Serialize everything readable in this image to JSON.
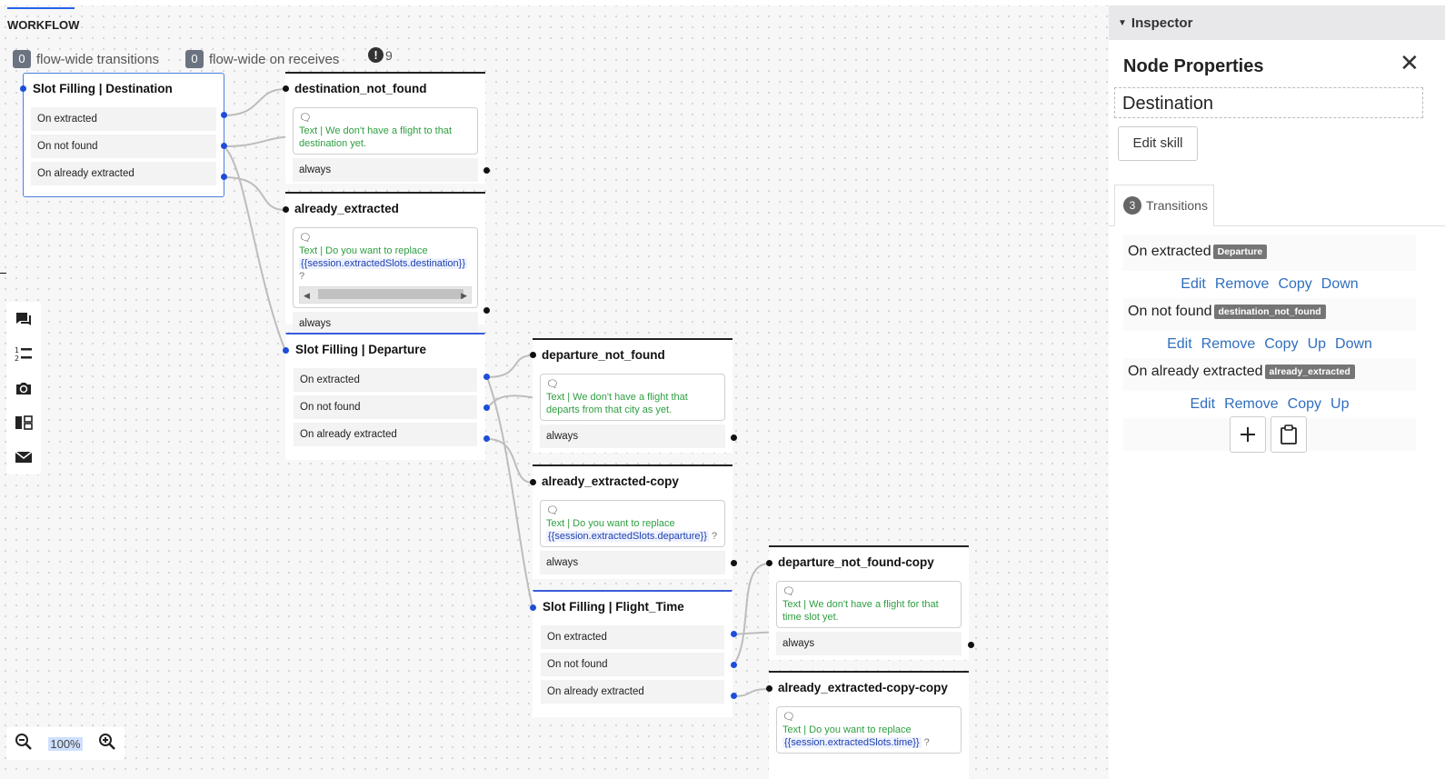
{
  "workflow_tab": "WORKFLOW",
  "header": {
    "flow_wide_transitions_count": "0",
    "flow_wide_transitions_label": "flow-wide transitions",
    "flow_wide_receives_count": "0",
    "flow_wide_receives_label": "flow-wide on receives",
    "warning_count": "9"
  },
  "nodes": {
    "sf_destination": {
      "title": "Slot Filling | Destination",
      "rows": [
        "On extracted",
        "On not found",
        "On already extracted"
      ]
    },
    "destination_not_found": {
      "title": "destination_not_found",
      "text": "Text | We don't have a flight to that destination yet.",
      "row": "always"
    },
    "already_extracted": {
      "title": "already_extracted",
      "text": "Text | Do you want to replace",
      "var": "{{session.extractedSlots.destination}}",
      "q": "?",
      "row": "always"
    },
    "sf_departure": {
      "title": "Slot Filling | Departure",
      "rows": [
        "On extracted",
        "On not found",
        "On already extracted"
      ]
    },
    "departure_not_found": {
      "title": "departure_not_found",
      "text": "Text | We don't have a flight that departs from that city as yet.",
      "row": "always"
    },
    "already_extracted_copy": {
      "title": "already_extracted-copy",
      "text": "Text | Do you want to replace",
      "var": "{{session.extractedSlots.departure}}",
      "q": "?",
      "row": "always"
    },
    "sf_flight_time": {
      "title": "Slot Filling | Flight_Time",
      "rows": [
        "On extracted",
        "On not found",
        "On already extracted"
      ]
    },
    "departure_not_found_copy": {
      "title": "departure_not_found-copy",
      "text": "Text | We don't have a flight for that time slot yet.",
      "row": "always"
    },
    "already_extracted_copy_copy": {
      "title": "already_extracted-copy-copy",
      "text": "Text | Do you want to replace",
      "var": "{{session.extractedSlots.time}}",
      "q": "?"
    }
  },
  "zoom": {
    "value": "100%"
  },
  "inspector": {
    "header": "Inspector",
    "title": "Node Properties",
    "node_name": "Destination",
    "edit_skill": "Edit skill",
    "transitions_count": "3",
    "transitions_tab": "Transitions",
    "transitions": [
      {
        "label": "On extracted",
        "target": "Departure",
        "actions": [
          "Edit",
          "Remove",
          "Copy",
          "Down"
        ]
      },
      {
        "label": "On not found",
        "target": "destination_not_found",
        "actions": [
          "Edit",
          "Remove",
          "Copy",
          "Up",
          "Down"
        ]
      },
      {
        "label": "On already extracted",
        "target": "already_extracted",
        "actions": [
          "Edit",
          "Remove",
          "Copy",
          "Up"
        ]
      }
    ]
  },
  "icons": [
    "chat-bubble-icon",
    "numbered-list-icon",
    "camera-swap-icon",
    "layout-icon",
    "mail-icon",
    "zoom-out-icon",
    "zoom-in-icon",
    "close-icon",
    "plus-icon",
    "clipboard-icon",
    "warning-icon"
  ]
}
